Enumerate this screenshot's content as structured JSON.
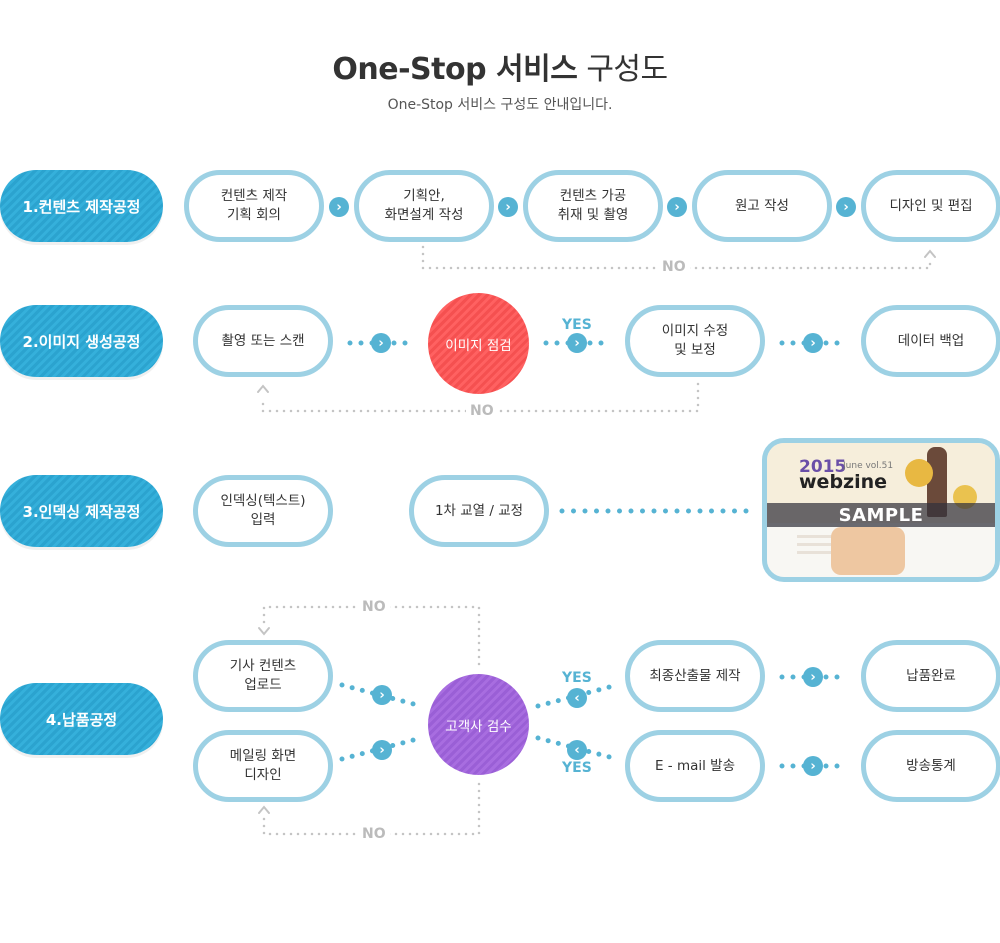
{
  "title_bold": "One-Stop 서비스",
  "title_rest": " 구성도",
  "subtitle": "One-Stop 서비스 구성도 안내입니다.",
  "stages": [
    "1.컨텐츠 제작공정",
    "2.이미지 생성공정",
    "3.인덱싱 제작공정",
    "4.납품공정"
  ],
  "row1": [
    "컨텐츠 제작\n기획 회의",
    "기획안,\n화면설계 작성",
    "컨텐츠 가공\n취재 및 촬영",
    "원고 작성",
    "디자인 및 편집"
  ],
  "row2": {
    "scan": "촬영 또는 스캔",
    "check": "이미지 점검",
    "edit": "이미지 수정\n및 보정",
    "backup": "데이터 백업"
  },
  "row3": {
    "input": "인덱싱(텍스트)\n입력",
    "proof": "1차 교열 / 교정"
  },
  "sample": {
    "year": "2015",
    "vol": "June vol.51",
    "brand": "webzine",
    "label": "SAMPLE"
  },
  "row4": {
    "upload": "기사 컨텐츠\n업로드",
    "mail_design": "메일링 화면\n디자인",
    "review": "고객사 검수",
    "final": "최종산출물 제작",
    "deliver": "납품완료",
    "email": "E - mail 발송",
    "stats": "방송통계"
  },
  "labels": {
    "yes": "YES",
    "no": "NO"
  },
  "colors": {
    "stage": "#2ba3cf",
    "border": "#9dd1e4",
    "check": "#f55050",
    "review": "#9a5fd6",
    "arrow": "#56b3d3",
    "no": "#bbbbbb"
  },
  "icons": {
    "arrow_right": "chevron-right-icon",
    "arrow_left": "chevron-left-icon",
    "arrow_up": "chevron-up-icon",
    "arrow_down": "chevron-down-icon"
  }
}
